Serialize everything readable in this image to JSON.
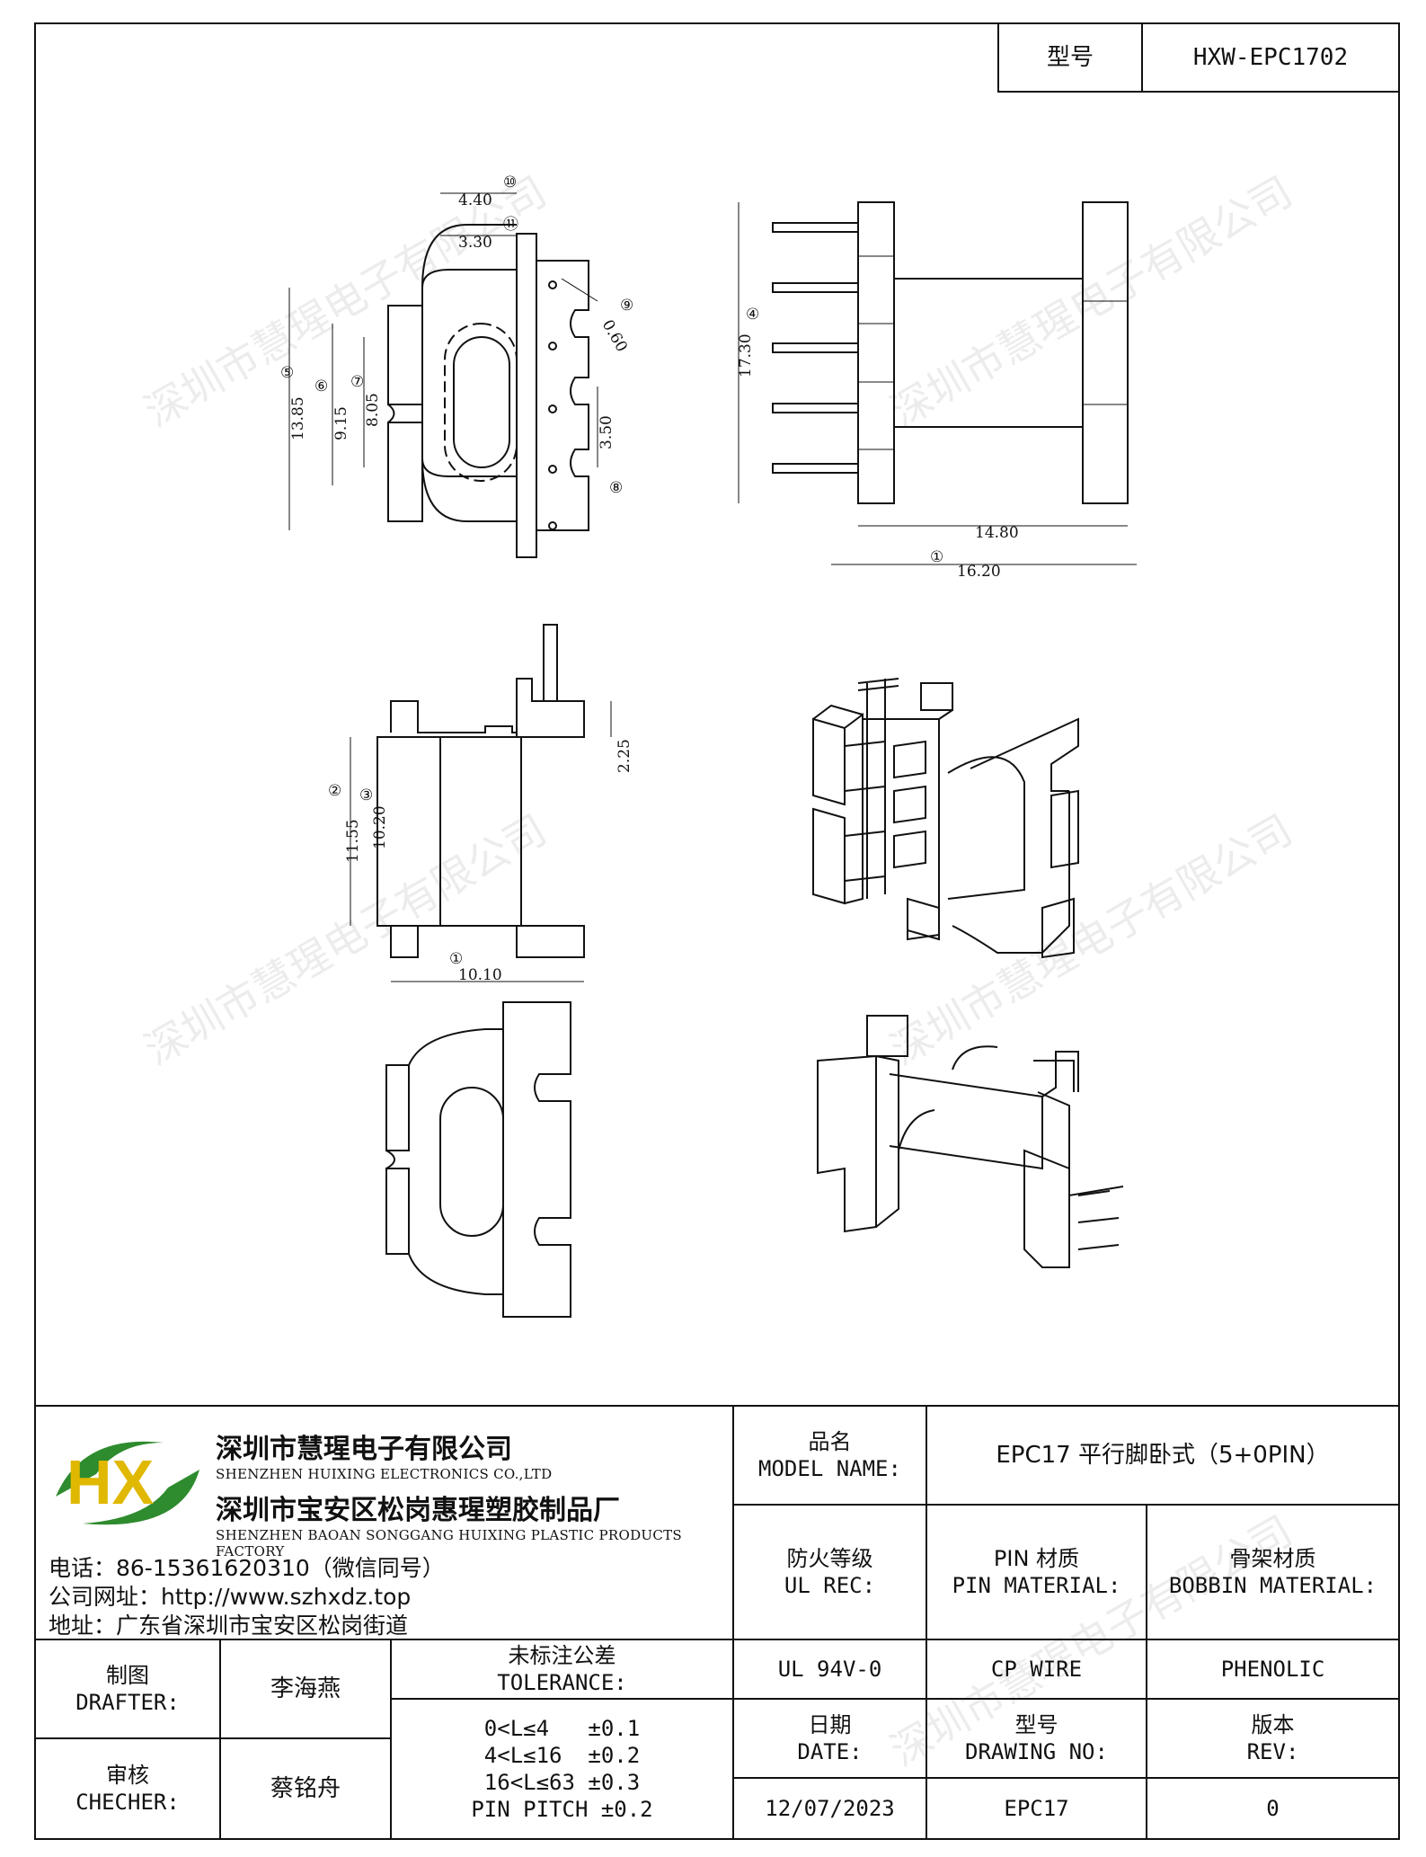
{
  "header": {
    "model_label": "型号",
    "model_value": "HXW-EPC1702"
  },
  "drawing": {
    "top_view": {
      "dims": [
        "4.40",
        "3.30",
        "0.60",
        "13.85",
        "9.15",
        "8.05",
        "3.50"
      ],
      "markers": [
        "⑩",
        "⑪",
        "⑨",
        "⑤",
        "⑥",
        "⑦",
        "⑧"
      ]
    },
    "side_view": {
      "dims": [
        "17.30",
        "14.80",
        "16.20"
      ],
      "markers": [
        "④",
        "①"
      ]
    },
    "front_view": {
      "dims": [
        "2.25",
        "11.55",
        "10.20",
        "10.10"
      ],
      "markers": [
        "②",
        "③",
        "①"
      ]
    }
  },
  "watermark": "深圳市慧瑆电子有限公司",
  "company": {
    "logo_text": "HX",
    "name_cn_1": "深圳市慧瑆电子有限公司",
    "name_en_1": "SHENZHEN HUIXING ELECTRONICS CO.,LTD",
    "name_cn_2": "深圳市宝安区松岗惠瑆塑胶制品厂",
    "name_en_2": "SHENZHEN BAOAN SONGGANG HUIXING PLASTIC PRODUCTS FACTORY",
    "phone": "电话：86-15361620310（微信同号）",
    "website": "公司网址：http://www.szhxdz.top",
    "address": "地址：广东省深圳市宝安区松岗街道"
  },
  "colors": {
    "logo_green": "#2e8b2e",
    "logo_yellow": "#e0b800",
    "line": "#111111"
  },
  "title_block": {
    "model_name_cn": "品名",
    "model_name_en": "MODEL NAME:",
    "model_name_value": "EPC17 平行脚卧式（5+0PIN）",
    "ul_cn": "防火等级",
    "ul_en": "UL REC:",
    "pin_cn": "PIN 材质",
    "pin_en": "PIN MATERIAL:",
    "bobbin_cn": "骨架材质",
    "bobbin_en": "BOBBIN MATERIAL:",
    "ul_value": "UL 94V-0",
    "pin_value": "CP WIRE",
    "bobbin_value": "PHENOLIC",
    "date_cn": "日期",
    "date_en": "DATE:",
    "drawing_no_cn": "型号",
    "drawing_no_en": "DRAWING NO:",
    "rev_cn": "版本",
    "rev_en": "REV:",
    "date_value": "12/07/2023",
    "drawing_no_value": "EPC17",
    "rev_value": "0",
    "drafter_cn": "制图",
    "drafter_en": "DRAFTER:",
    "drafter_name": "李海燕",
    "checker_cn": "审核",
    "checker_en": "CHECHER:",
    "checker_name": "蔡铭舟",
    "tolerance_cn": "未标注公差",
    "tolerance_en": "TOLERANCE:",
    "tolerances": [
      "0<L≤4   ±0.1",
      "4<L≤16  ±0.2",
      "16<L≤63 ±0.3",
      "PIN PITCH ±0.2"
    ]
  }
}
